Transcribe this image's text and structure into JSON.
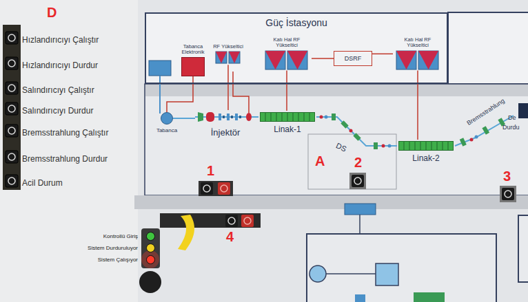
{
  "diagram": {
    "nodes": [
      {
        "text": [
          "Güç İstasyonu"
        ]
      },
      {
        "text": [
          "Tabanca Elektronik"
        ],
        "in": 0
      },
      {
        "text": [
          "RF Yükseltici"
        ],
        "in": 0
      },
      {
        "text": [
          "Katı Hal RF Yükseltici"
        ],
        "in": 0
      },
      {
        "text": [
          "DSRF"
        ],
        "in": 0
      },
      {
        "text": [
          "Katı Hal RF Yükseltici"
        ],
        "in": 0
      },
      {
        "text": [
          "Tabanca"
        ]
      },
      {
        "text": [
          "İnjektör"
        ]
      },
      {
        "text": [
          "Linak-1"
        ]
      },
      {
        "text": [
          "Linak-2"
        ]
      }
    ],
    "edges": [
      {
        "from": 1,
        "to": 6,
        "arrow": "none"
      },
      {
        "from": 2,
        "to": 7,
        "arrow": "none"
      },
      {
        "from": 3,
        "to": 8,
        "arrow": "none"
      },
      {
        "from": 3,
        "to": 4,
        "arrow": "none"
      },
      {
        "from": 4,
        "to": 5,
        "arrow": "none"
      },
      {
        "from": 5,
        "to": 9,
        "arrow": "none"
      },
      {
        "from": 6,
        "to": 7,
        "arrow": "none"
      },
      {
        "from": 7,
        "to": 8,
        "arrow": "none"
      },
      {
        "from": 8,
        "to": 9,
        "arrow": "none"
      }
    ],
    "labels": [
      "D",
      "Hızlandırıcıyı Çalıştır",
      "Hızlandırıcıyı Durdur",
      "Salındırıcıyı Çalıştır",
      "Salındırıcıyı Durdur",
      "Bremsstrahlung Çalıştır",
      "Bremsstrahlung Durdur",
      "Acil Durum",
      "1",
      "DS",
      "A",
      "2",
      "Bremsstrahlung",
      "De",
      "Durdu",
      "3",
      "4"
    ],
    "legend": [
      {
        "text": "Kontrollü Giriş",
        "color": "#3fc43f"
      },
      {
        "text": "Sistem Durduruluyor",
        "color": "#f0d020"
      },
      {
        "text": "Sistem Çalışıyor",
        "color": "#ff3b2a"
      }
    ]
  }
}
